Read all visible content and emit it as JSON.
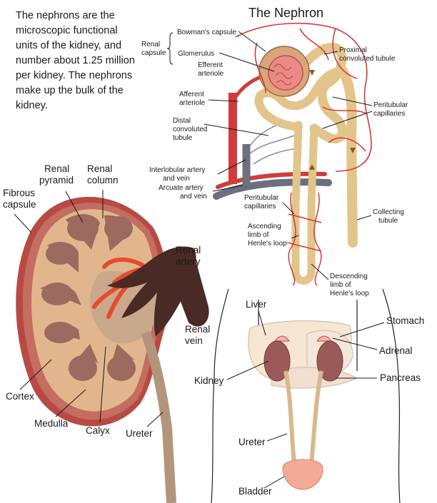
{
  "intro_text": "The nephrons are the microscopic functional units of the kidney, and number about 1.25 million per kidney. The nephrons  make up the bulk of the kidney.",
  "nephron": {
    "title": "The Nephron",
    "renal_capsule": [
      "Renal",
      "capsule"
    ],
    "bowmans_capsule": "Bowman's capsule",
    "glomerulus": "Glomerulus",
    "efferent_arteriole": [
      "Efferent",
      "arteriole"
    ],
    "afferent_arteriole": [
      "Afferent",
      "arteriole"
    ],
    "proximal_tubule": [
      "Proximal",
      "convoluted tubule"
    ],
    "peritubular_capillaries_upper": [
      "Peritubular",
      "capillaries"
    ],
    "distal_tubule": [
      "Distal",
      "convoluted",
      "tubule"
    ],
    "interlobular": [
      "Interlobular artery",
      "and vein"
    ],
    "arcuate": [
      "Arcuate artery",
      "and vein"
    ],
    "peritubular_capillaries_lower": [
      "Peritubular",
      "capillaries"
    ],
    "ascending_limb": [
      "Ascending",
      "limb of",
      "Henle's loop"
    ],
    "descending_limb": [
      "Descending",
      "limb of",
      "Henle's loop"
    ],
    "collecting_tubule": [
      "Collecting",
      "tubule"
    ]
  },
  "kidney": {
    "renal_pyramid": [
      "Renal",
      "pyramid"
    ],
    "renal_column": [
      "Renal",
      "column"
    ],
    "fibrous_capsule": [
      "Fibrous",
      "capsule"
    ],
    "renal_artery": [
      "Renal",
      "artery"
    ],
    "renal_vein": [
      "Renal",
      "vein"
    ],
    "cortex": "Cortex",
    "medulla": "Medulla",
    "calyx": "Calyx",
    "ureter": "Ureter"
  },
  "body": {
    "liver": "Liver",
    "stomach": "Stomach",
    "adrenal": "Adrenal",
    "kidney": "Kidney",
    "pancreas": "Pancreas",
    "ureter": "Ureter",
    "bladder": "Bladder"
  },
  "colors": {
    "tubule": "#e3c48b",
    "capillary": "#d13b3b",
    "vein": "#6b6f80",
    "cortex": "#c46d61",
    "medulla": "#e2b68d",
    "pyramid": "#9c6a5f",
    "renal_vein": "#4a2a24",
    "ureter": "#b3957d"
  }
}
